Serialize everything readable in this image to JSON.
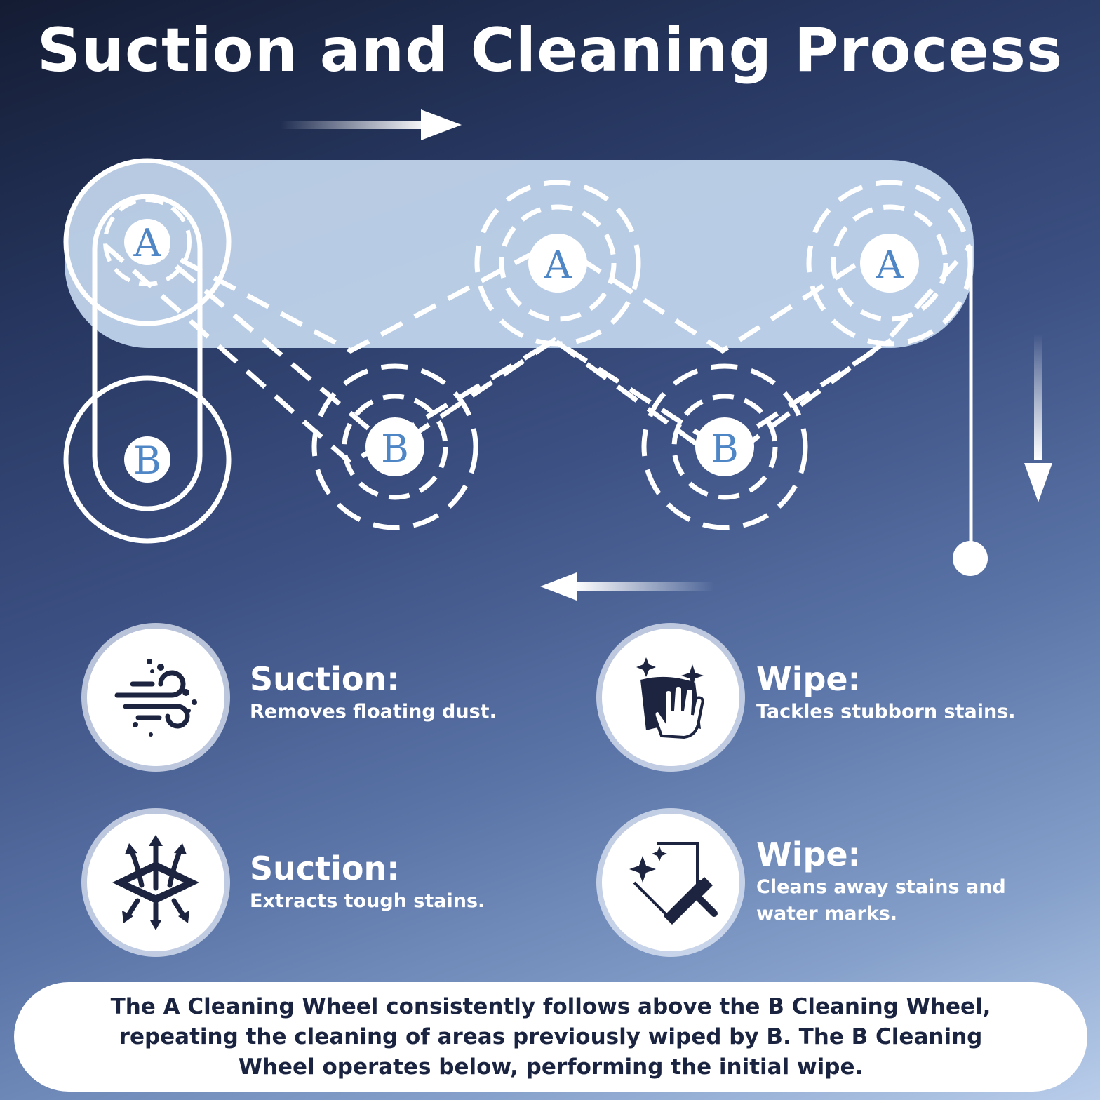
{
  "title": "Suction and Cleaning Process",
  "wheels": {
    "a_label": "A",
    "b_label": "B"
  },
  "features": [
    {
      "icon": "dust-wind-icon",
      "title": "Suction:",
      "desc": [
        "Removes floating dust."
      ]
    },
    {
      "icon": "wipe-hand-icon",
      "title": "Wipe:",
      "desc": [
        "Tackles stubborn stains."
      ]
    },
    {
      "icon": "suction-arrows-icon",
      "title": "Suction:",
      "desc": [
        "Extracts tough stains."
      ]
    },
    {
      "icon": "squeegee-icon",
      "title": "Wipe:",
      "desc": [
        "Cleans away stains and",
        "water marks."
      ]
    }
  ],
  "note": [
    "The A Cleaning Wheel consistently follows above the B Cleaning Wheel,",
    "repeating the cleaning of areas previously wiped by B. The B Cleaning",
    "Wheel operates below, performing the initial wipe."
  ],
  "colors": {
    "wheel_letter": "#4f86c6",
    "note_text": "#1a2440",
    "band": "#c4d8ef"
  }
}
